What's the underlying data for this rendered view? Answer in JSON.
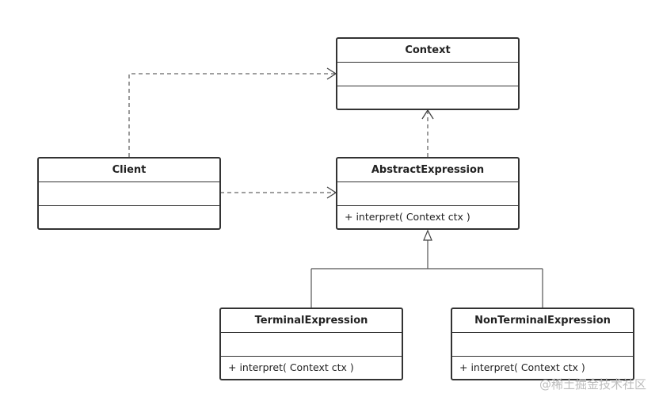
{
  "classes": {
    "context": {
      "name": "Context",
      "attributes": "",
      "operations": ""
    },
    "client": {
      "name": "Client",
      "attributes": "",
      "operations": ""
    },
    "abstract_expression": {
      "name": "AbstractExpression",
      "attributes": "",
      "operations": "+ interpret( Context ctx )"
    },
    "terminal_expression": {
      "name": "TerminalExpression",
      "attributes": "",
      "operations": "+ interpret( Context ctx )"
    },
    "nonterminal_expression": {
      "name": "NonTerminalExpression",
      "attributes": "",
      "operations": "+ interpret( Context ctx )"
    }
  },
  "relations": [
    {
      "from": "Client",
      "to": "Context",
      "type": "dependency"
    },
    {
      "from": "Client",
      "to": "AbstractExpression",
      "type": "dependency"
    },
    {
      "from": "AbstractExpression",
      "to": "Context",
      "type": "dependency"
    },
    {
      "from": "TerminalExpression",
      "to": "AbstractExpression",
      "type": "generalization"
    },
    {
      "from": "NonTerminalExpression",
      "to": "AbstractExpression",
      "type": "generalization"
    }
  ],
  "colors": {
    "line": "#333333",
    "dash_line": "#666666",
    "watermark": "#bdbdbd"
  },
  "watermark": "@稀土掘金技术社区"
}
